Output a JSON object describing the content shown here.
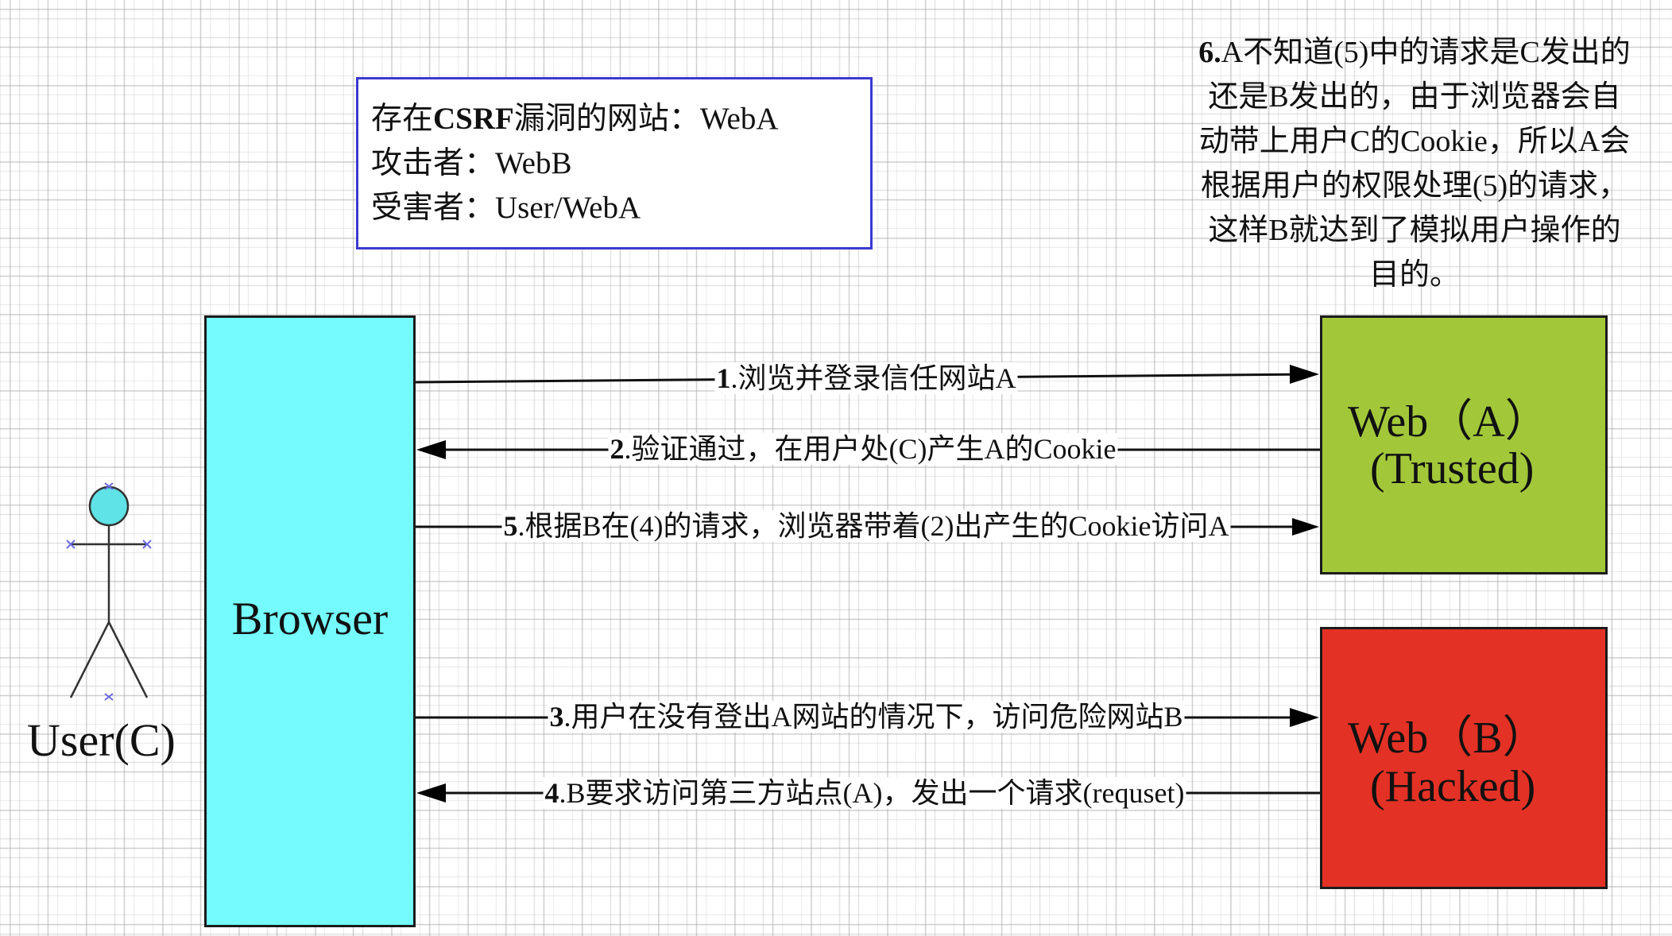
{
  "info_box": {
    "line1_prefix": "存在",
    "line1_bold": "CSRF",
    "line1_suffix": "漏洞的网站：WebA",
    "line2": "攻击者：WebB",
    "line3": "受害者：User/WebA"
  },
  "note": {
    "number": "6.",
    "lines": [
      "A不知道(5)中的请求是C发出的",
      "还是B发出的，由于浏览器会自",
      "动带上用户C的Cookie，所以A会",
      "根据用户的权限处理(5)的请求，",
      "这样B就达到了模拟用户操作的",
      "目的。"
    ]
  },
  "actors": {
    "user": "User(C)",
    "browser": "Browser",
    "web_a": {
      "line1": "Web（A）",
      "line2": "(Trusted)"
    },
    "web_b": {
      "line1": "Web（B）",
      "line2": "(Hacked)"
    }
  },
  "colors": {
    "browser": "#75FBFD",
    "web_a": "#A2C83A",
    "web_b": "#E43125",
    "info_border": "#3A3AD0",
    "user_head": "#5FE3E6"
  },
  "messages": [
    {
      "id": "m1",
      "num": "1",
      "text": ".浏览并登录信任网站A",
      "direction": "browser-to-webA"
    },
    {
      "id": "m2",
      "num": "2",
      "text": ".验证通过，在用户处(C)产生A的Cookie",
      "direction": "webA-to-browser"
    },
    {
      "id": "m5",
      "num": "5",
      "text": ".根据B在(4)的请求，浏览器带着(2)出产生的Cookie访问A",
      "direction": "browser-to-webA"
    },
    {
      "id": "m3",
      "num": "3",
      "text": ".用户在没有登出A网站的情况下，访问危险网站B",
      "direction": "browser-to-webB"
    },
    {
      "id": "m4",
      "num": "4",
      "text": ".B要求访问第三方站点(A)，发出一个请求(requset)",
      "direction": "webB-to-browser"
    }
  ]
}
